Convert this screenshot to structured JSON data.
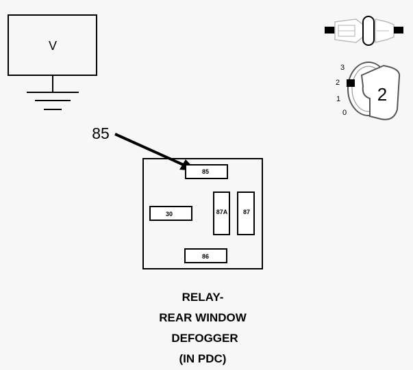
{
  "voltmeter": {
    "label": "V"
  },
  "ignition": {
    "positions": [
      "3",
      "2",
      "1",
      "0"
    ],
    "selected": "2"
  },
  "pointer": {
    "label": "85"
  },
  "relay": {
    "pins": {
      "p85": "85",
      "p30": "30",
      "p87a": "87A",
      "p87": "87",
      "p86": "86"
    }
  },
  "caption": {
    "line1": "RELAY-",
    "line2": "REAR WINDOW",
    "line3": "DEFOGGER",
    "line4": "(IN PDC)"
  }
}
